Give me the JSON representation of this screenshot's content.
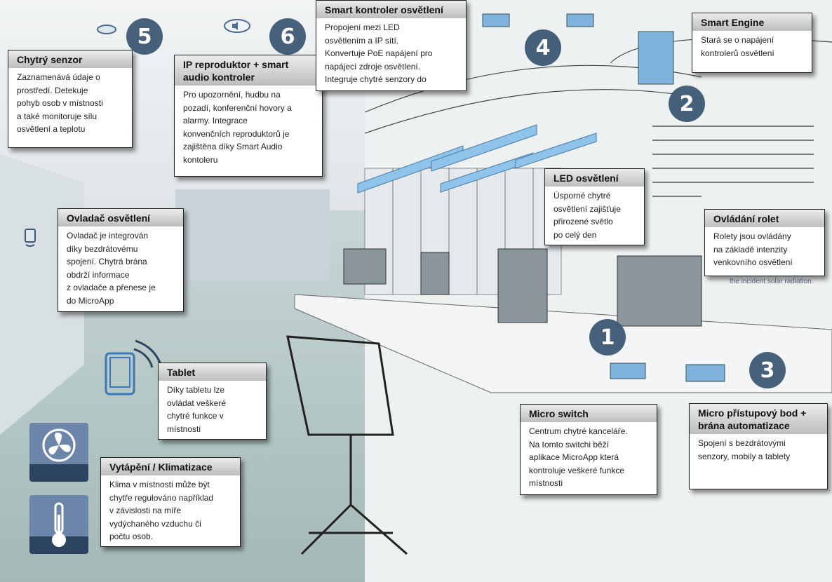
{
  "boxes": {
    "senzor": {
      "title": "Chytrý senzor",
      "text": "Zaznamenává údaje o\nprostředí. Detekuje\npohyb osob v místnosti\na také monitoruje sílu\nosvětlení a teplotu"
    },
    "ip": {
      "title": "IP reproduktor + smart\naudio kontroler",
      "text": "Pro upozornění, hudbu na\npozadí, konferenční hovory a\nalarmy. Integrace\nkonvenčních reproduktorů je\nzajištěna díky Smart Audio\nkontoleru"
    },
    "smartkontroler": {
      "title": "Smart kontroler osvětlení",
      "text": "Propojení mezi LED\nosvětlením a IP sítí.\nKonvertuje PoE napájení pro\nnapájecí zdroje osvětlení.\nIntegruje chytré senzory do"
    },
    "engine": {
      "title": "Smart Engine",
      "text": "Stará se o napájení\nkontrolerů osvětlení"
    },
    "led": {
      "title": "LED osvětlení",
      "text": "Úsporné chytré\nosvětlení zajišťuje\npřirozené světlo\npo celý den"
    },
    "rolety": {
      "title": "Ovládání rolet",
      "text": "Rolety jsou ovládány\nna základě intenzity\nvenkovního osvětlení"
    },
    "ovladac": {
      "title": "Ovladač osvětlení",
      "text": "Ovladač je integrován\ndíky bezdrátovému\nspojení. Chytrá brána\nobdrží informace\nz ovladače a přenese je\ndo MicroApp"
    },
    "tablet": {
      "title": "Tablet",
      "text": "Díky tabletu lze\novládat veškeré\nchytré funkce v\nmístnosti"
    },
    "klima": {
      "title": "Vytápění / Klimatizace",
      "text": "Klima v místnosti může být\nchytře regulováno například\nv závislosti na míře\nvydýchaného vzduchu či\npočtu osob."
    },
    "switch": {
      "title": "Micro switch",
      "text": "Centrum chytré kanceláře.\nNa tomto switchi běží\naplikace MicroApp která\nkontroluje veškeré funkce\nmístnosti"
    },
    "brana": {
      "title": "Micro přístupový bod +\nbrána automatizace",
      "text": "Spojení s bezdrátovými\nsenzory, mobily a tablety"
    }
  },
  "numbers": [
    "1",
    "2",
    "3",
    "4",
    "5",
    "6"
  ],
  "background_caption": "the incident solar radiation.",
  "icons": [
    "fan-icon",
    "thermometer-icon",
    "tablet-icon",
    "wall-switch-icon",
    "speaker-icon",
    "ceiling-sensor-icon"
  ],
  "colors": {
    "accent": "#3d5a73",
    "led_light": "#8fc3ea"
  }
}
